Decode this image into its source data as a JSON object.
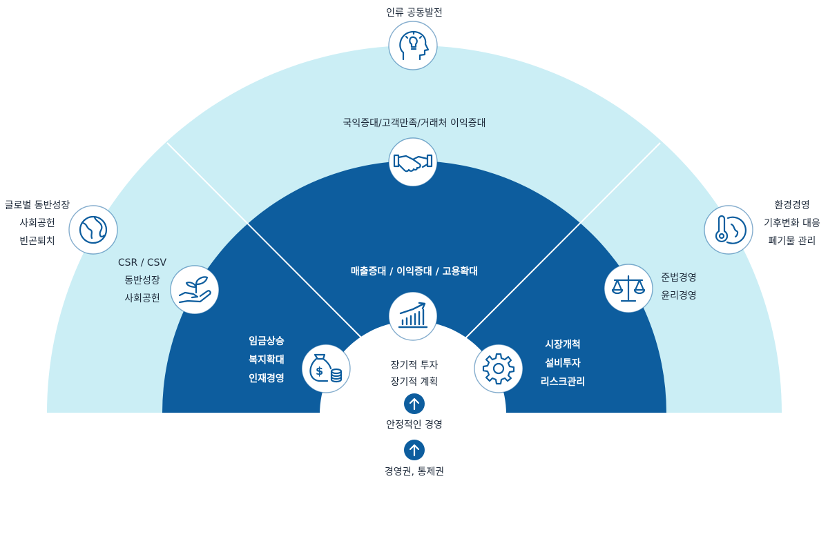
{
  "colors": {
    "outer": "#cbeef5",
    "inner": "#0d5d9e",
    "icon": "#0d5d9e",
    "arrow": "#0d5d9e",
    "text_dark": "#1e2a3a"
  },
  "outer_top": {
    "label": "인류 공동발전",
    "icon": "bulb-head-icon"
  },
  "outer_left": {
    "lines": [
      "글로벌 동반성장",
      "사회공헌",
      "빈곤퇴치"
    ],
    "icon": "globe-icon"
  },
  "outer_right": {
    "lines": [
      "환경경영",
      "기후변화 대응",
      "폐기물 관리"
    ],
    "icon": "thermometer-earth-icon"
  },
  "inner_top": {
    "label": "국익증대/고객만족/거래처 이익증대",
    "icon": "handshake-icon"
  },
  "inner_left": {
    "lines": [
      "CSR / CSV",
      "동반성장",
      "사회공헌"
    ],
    "icon": "plant-hand-icon"
  },
  "inner_right": {
    "lines": [
      "준법경영",
      "윤리경영"
    ],
    "icon": "scales-icon"
  },
  "core_top": {
    "label": "매출증대 / 이익증대 / 고용확대",
    "icon": "growth-chart-icon"
  },
  "core_left": {
    "lines": [
      "임금상승",
      "복지확대",
      "인재경영"
    ],
    "icon": "money-bag-icon"
  },
  "core_right": {
    "lines": [
      "시장개척",
      "설비투자",
      "리스크관리"
    ],
    "icon": "gear-icon"
  },
  "center": {
    "line1": "장기적 투자",
    "line2": "장기적 계획",
    "middle": "안정적인 경영",
    "bottom": "경영권, 통제권"
  }
}
